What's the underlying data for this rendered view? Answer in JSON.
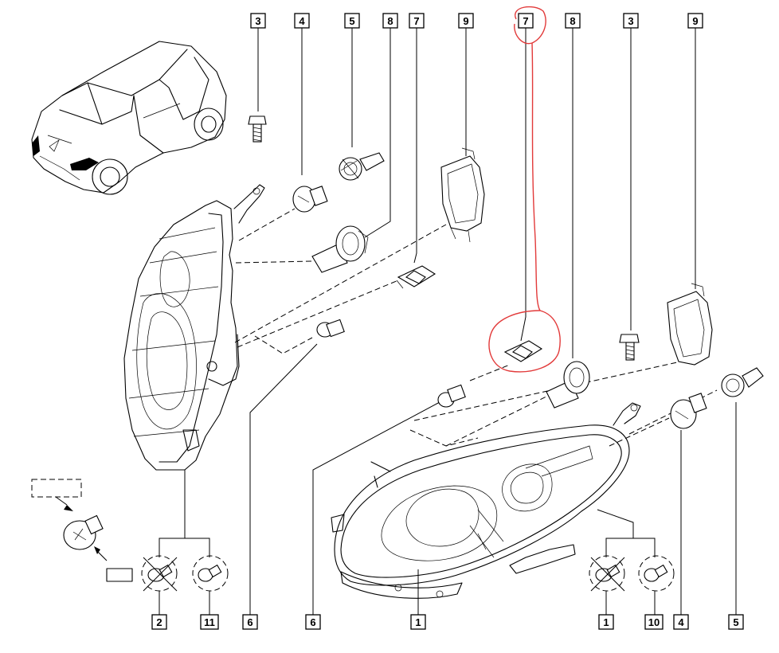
{
  "callouts_top": [
    "3",
    "4",
    "5",
    "8",
    "7",
    "9",
    "7",
    "8",
    "3",
    "9"
  ],
  "callouts_bottom": [
    "2",
    "11",
    "6",
    "6",
    "1",
    "1",
    "10",
    "4",
    "5"
  ]
}
